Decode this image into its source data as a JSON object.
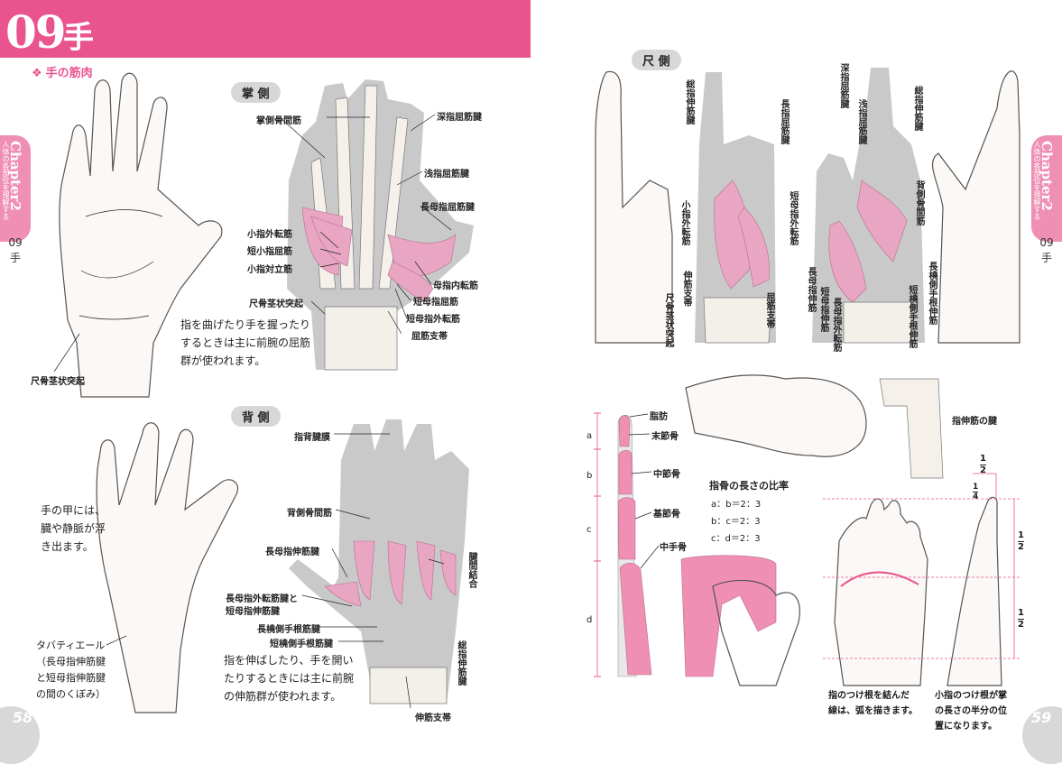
{
  "header": {
    "number": "09",
    "title": "手",
    "subsection": "手の筋肉",
    "diamond": "❖"
  },
  "tab": {
    "chapter": "Chapter2",
    "subtitle": "人体の各部位を理解する",
    "code": "09",
    "label": "手"
  },
  "pages": {
    "left": "58",
    "right": "59"
  },
  "palm": {
    "pill": "掌 側",
    "labels": [
      "掌側骨間筋",
      "深指屈筋腱",
      "浅指屈筋腱",
      "長母指屈筋腱",
      "小指外転筋",
      "短小指屈筋",
      "小指対立筋",
      "母指内転筋",
      "短母指屈筋",
      "短母指外転筋",
      "屈筋支帯",
      "尺骨茎状突起"
    ],
    "left_label": "尺骨茎状突起",
    "note": [
      "指を曲げたり手を握ったり",
      "するときは主に前腕の屈筋",
      "群が使われます。"
    ]
  },
  "dorsal": {
    "pill": "背 側",
    "labels": [
      "指背腱膜",
      "背側骨間筋",
      "長母指伸筋腱",
      "長母指外転筋腱と",
      "短母指伸筋腱",
      "長橈側手根筋腱",
      "短橈側手根筋腱",
      "伸筋支帯"
    ],
    "vlabels": [
      "腱間結合",
      "総指伸筋腱"
    ],
    "side_note": [
      "手の甲には、",
      "臓や静脈が浮",
      "き出ます。"
    ],
    "tabatiere": [
      "タバティエール",
      "（長母指伸筋腱",
      "と短母指伸筋腱",
      "の間のくぼみ）"
    ],
    "note": [
      "指を伸ばしたり、手を開い",
      "たりするときには主に前腕",
      "の伸筋群が使われます。"
    ]
  },
  "ulnar": {
    "pill": "尺 側",
    "vlabels": [
      "総指伸筋腱",
      "長指屈筋腱",
      "小指外転筋",
      "伸筋支帯",
      "尺骨茎状突起",
      "屈筋支帯",
      "短母指外転筋",
      "長母指伸筋",
      "深指屈筋腱",
      "浅指屈筋腱",
      "総指伸筋腱",
      "背側骨間筋",
      "短母指伸筋",
      "長母指外転筋",
      "長橈側手根伸筋",
      "短橈側手根伸筋"
    ]
  },
  "bones": {
    "letters": [
      "a",
      "b",
      "c",
      "d"
    ],
    "labels": [
      "脂肪",
      "末節骨",
      "中節骨",
      "基節骨",
      "中手骨"
    ],
    "ratio_title": "指骨の長さの比率",
    "ratios": [
      "a：b＝2：3",
      "b：c＝2：3",
      "c：d＝2：3"
    ],
    "tendon_label": "指伸筋の腱"
  },
  "proportion": {
    "fractions": [
      {
        "num": "1",
        "den": "2"
      },
      {
        "num": "1",
        "den": "4"
      },
      {
        "num": "1",
        "den": "2"
      },
      {
        "num": "1",
        "den": "2"
      }
    ],
    "note1": [
      "指のつけ根を結んだ",
      "線は、弧を描きます。"
    ],
    "note2": [
      "小指のつけ根が掌",
      "の長さの半分の位",
      "置になります。"
    ]
  },
  "colors": {
    "accent": "#e9538e",
    "muscle": "#e8a6c2",
    "tab": "#ef8fb4"
  }
}
